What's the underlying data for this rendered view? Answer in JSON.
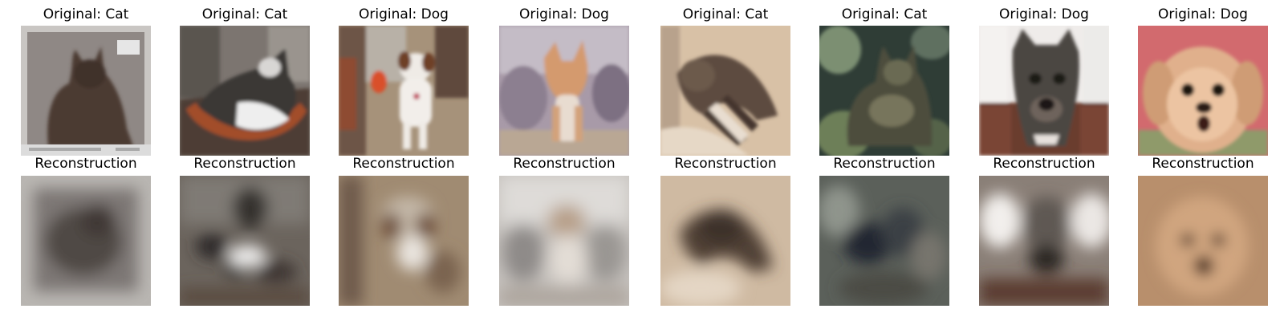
{
  "columns": [
    {
      "original": {
        "title": "Original: Cat",
        "subject": "dark brown cat sitting on pale grey mat"
      },
      "reconstruction": {
        "title": "Reconstruction",
        "subject": "blurred dark cat shape on grey"
      }
    },
    {
      "original": {
        "title": "Original: Cat",
        "subject": "grey and white cat lying in terracotta pot"
      },
      "reconstruction": {
        "title": "Reconstruction",
        "subject": "blurred dark shape with white patch"
      }
    },
    {
      "original": {
        "title": "Original: Dog",
        "subject": "small white and brown dog with orange flower"
      },
      "reconstruction": {
        "title": "Reconstruction",
        "subject": "blurred tan dog with white chest"
      }
    },
    {
      "original": {
        "title": "Original: Dog",
        "subject": "tan chihuahua in front of lilac rocks"
      },
      "reconstruction": {
        "title": "Reconstruction",
        "subject": "pale blurred figure on light grey"
      }
    },
    {
      "original": {
        "title": "Original: Cat",
        "subject": "tabby cat lying on beige blanket"
      },
      "reconstruction": {
        "title": "Reconstruction",
        "subject": "blurred brown diagonal cat on beige"
      }
    },
    {
      "original": {
        "title": "Original: Cat",
        "subject": "tabby cat sitting in green foliage"
      },
      "reconstruction": {
        "title": "Reconstruction",
        "subject": "blurred dark cat on grey green"
      }
    },
    {
      "original": {
        "title": "Original: Dog",
        "subject": "dark german shepherd face in doorway"
      },
      "reconstruction": {
        "title": "Reconstruction",
        "subject": "blurred dark face between white shapes"
      }
    },
    {
      "original": {
        "title": "Original: Dog",
        "subject": "fluffy tan puppy face on pink background"
      },
      "reconstruction": {
        "title": "Reconstruction",
        "subject": "blurred tan puppy face"
      }
    }
  ],
  "colors": {
    "background": "#ffffff",
    "text": "#000000"
  }
}
